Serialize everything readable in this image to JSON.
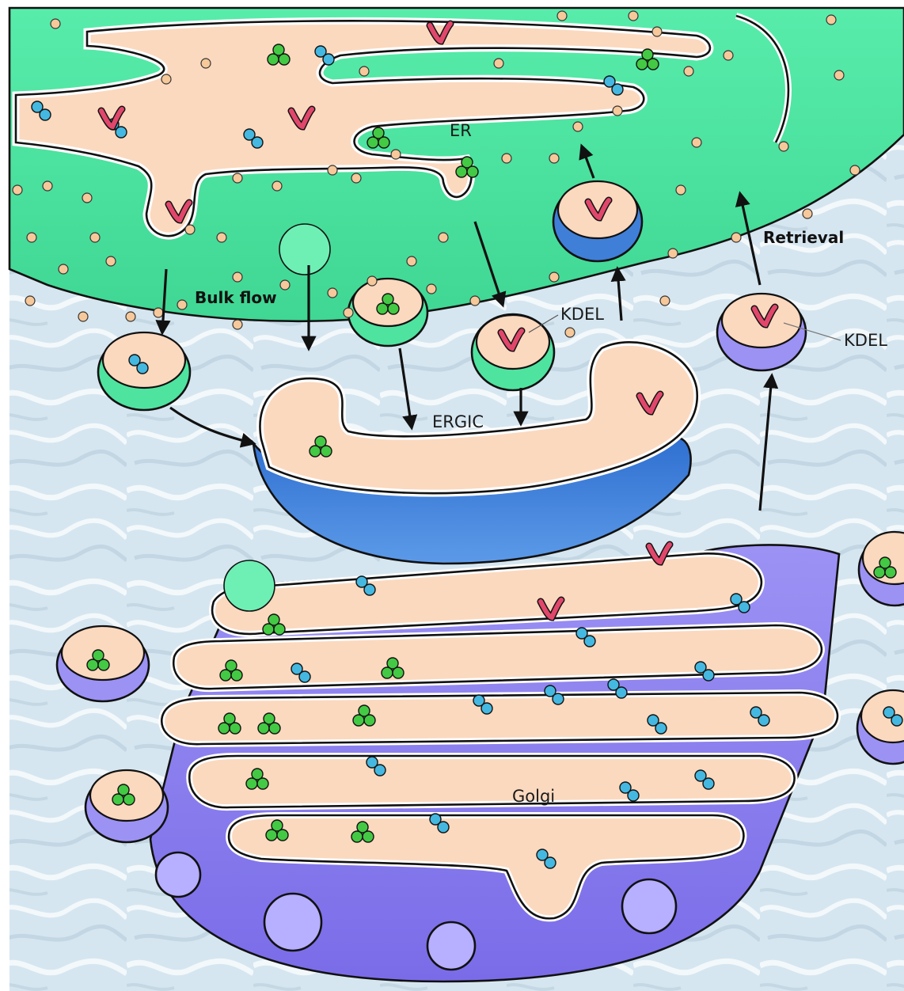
{
  "labels": {
    "er": "ER",
    "ergic": "ERGIC",
    "golgi": "Golgi",
    "bulk_flow": "Bulk flow",
    "retrieval": "Retrieval",
    "kdel_left": "KDEL",
    "kdel_right": "KDEL"
  },
  "colors": {
    "cytoplasm": "#d4e4ee",
    "er_membrane": "#4fe3a0",
    "lumen": "#fbd9bf",
    "ergic_blue": "#3f7fd8",
    "golgi_purple": "#8a7ef0",
    "protein_green": "#43c943",
    "protein_blue": "#44b8e0",
    "protein_red": "#e0476b",
    "ribosome": "#f6c89a"
  }
}
